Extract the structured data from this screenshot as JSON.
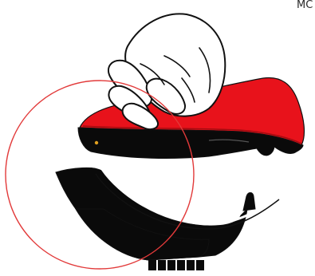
{
  "figure": {
    "corner_text": "MC"
  },
  "colors": {
    "red": "#e8121b",
    "dark_red": "#a40b10",
    "black": "#0a0a0a",
    "outline": "#111111",
    "circle": "#e23a3a",
    "led": "#e0a020",
    "white": "#ffffff"
  },
  "parts": [
    {
      "name": "hand",
      "icon": "hand-icon"
    },
    {
      "name": "handheld-scanner",
      "icon": "scanner-icon"
    },
    {
      "name": "charging-cradle",
      "icon": "cradle-icon"
    },
    {
      "name": "callout-circle",
      "icon": "circle-highlight-icon"
    }
  ]
}
